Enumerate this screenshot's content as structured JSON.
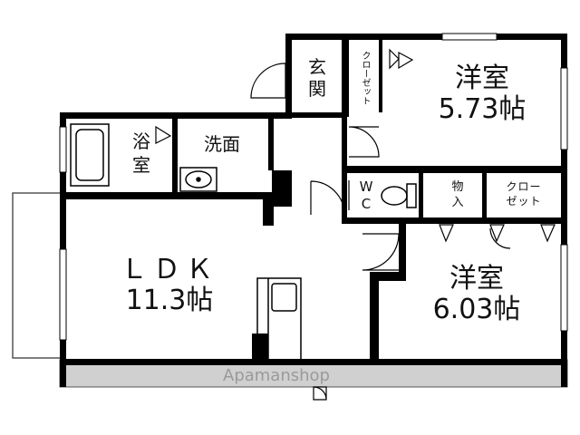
{
  "rooms": {
    "western_room_1": {
      "name": "洋室",
      "size": "5.73帖"
    },
    "western_room_2": {
      "name": "洋室",
      "size": "6.03帖"
    },
    "ldk": {
      "name": "ＬＤＫ",
      "size": "11.3帖"
    },
    "entrance": {
      "line1": "玄",
      "line2": "関"
    },
    "bath": {
      "line1": "浴",
      "line2": "室"
    },
    "washroom": {
      "name": "洗面"
    },
    "toilet": {
      "line1": "W",
      "line2": "C"
    },
    "storage": {
      "line1": "物",
      "line2": "入"
    },
    "closet_1": {
      "text": "クローゼット"
    },
    "closet_2": {
      "line1": "クロー",
      "line2": "ゼット"
    }
  },
  "watermark": "Apamanshop"
}
